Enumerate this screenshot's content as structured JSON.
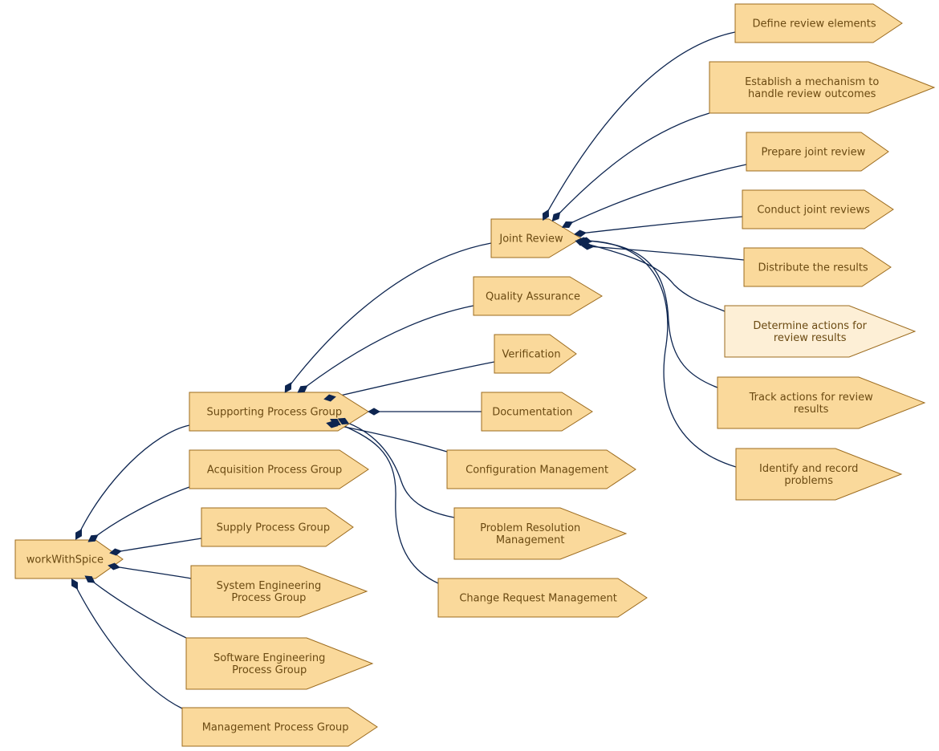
{
  "colors": {
    "node_fill": "#fad99b",
    "node_fill_highlight": "#fdefd6",
    "node_border": "#9c6b1e",
    "node_text": "#6b4a12",
    "edge": "#0d2550"
  },
  "nodes": {
    "root": {
      "label": [
        "workWithSpice"
      ]
    },
    "supporting": {
      "label": [
        "Supporting Process Group"
      ]
    },
    "acquisition": {
      "label": [
        "Acquisition Process Group"
      ]
    },
    "supply": {
      "label": [
        "Supply Process Group"
      ]
    },
    "system_eng": {
      "label": [
        "System Engineering",
        "Process Group"
      ]
    },
    "software_eng": {
      "label": [
        "Software Engineering",
        "Process Group"
      ]
    },
    "management": {
      "label": [
        "Management Process Group"
      ]
    },
    "joint_review": {
      "label": [
        "Joint Review"
      ]
    },
    "quality_assurance": {
      "label": [
        "Quality Assurance"
      ]
    },
    "verification": {
      "label": [
        "Verification"
      ]
    },
    "documentation": {
      "label": [
        "Documentation"
      ]
    },
    "configuration_mgmt": {
      "label": [
        "Configuration Management"
      ]
    },
    "problem_resolution": {
      "label": [
        "Problem Resolution",
        "Management"
      ]
    },
    "change_request": {
      "label": [
        "Change Request Management"
      ]
    },
    "define_review": {
      "label": [
        "Define review elements"
      ]
    },
    "establish_mechanism": {
      "label": [
        "Establish a mechanism to",
        "handle review outcomes"
      ]
    },
    "prepare_review": {
      "label": [
        "Prepare joint review"
      ]
    },
    "conduct_reviews": {
      "label": [
        "Conduct joint reviews"
      ]
    },
    "distribute_results": {
      "label": [
        "Distribute the results"
      ]
    },
    "determine_actions": {
      "label": [
        "Determine actions for",
        "review results"
      ],
      "highlighted": true
    },
    "track_actions": {
      "label": [
        "Track actions for review",
        "results"
      ]
    },
    "identify_problems": {
      "label": [
        "Identify and record",
        "problems"
      ]
    }
  },
  "edges": [
    {
      "from": "root",
      "to": "supporting"
    },
    {
      "from": "root",
      "to": "acquisition"
    },
    {
      "from": "root",
      "to": "supply"
    },
    {
      "from": "root",
      "to": "system_eng"
    },
    {
      "from": "root",
      "to": "software_eng"
    },
    {
      "from": "root",
      "to": "management"
    },
    {
      "from": "supporting",
      "to": "joint_review"
    },
    {
      "from": "supporting",
      "to": "quality_assurance"
    },
    {
      "from": "supporting",
      "to": "verification"
    },
    {
      "from": "supporting",
      "to": "documentation"
    },
    {
      "from": "supporting",
      "to": "configuration_mgmt"
    },
    {
      "from": "supporting",
      "to": "problem_resolution"
    },
    {
      "from": "supporting",
      "to": "change_request"
    },
    {
      "from": "joint_review",
      "to": "define_review"
    },
    {
      "from": "joint_review",
      "to": "establish_mechanism"
    },
    {
      "from": "joint_review",
      "to": "prepare_review"
    },
    {
      "from": "joint_review",
      "to": "conduct_reviews"
    },
    {
      "from": "joint_review",
      "to": "distribute_results"
    },
    {
      "from": "joint_review",
      "to": "determine_actions"
    },
    {
      "from": "joint_review",
      "to": "track_actions"
    },
    {
      "from": "joint_review",
      "to": "identify_problems"
    }
  ]
}
